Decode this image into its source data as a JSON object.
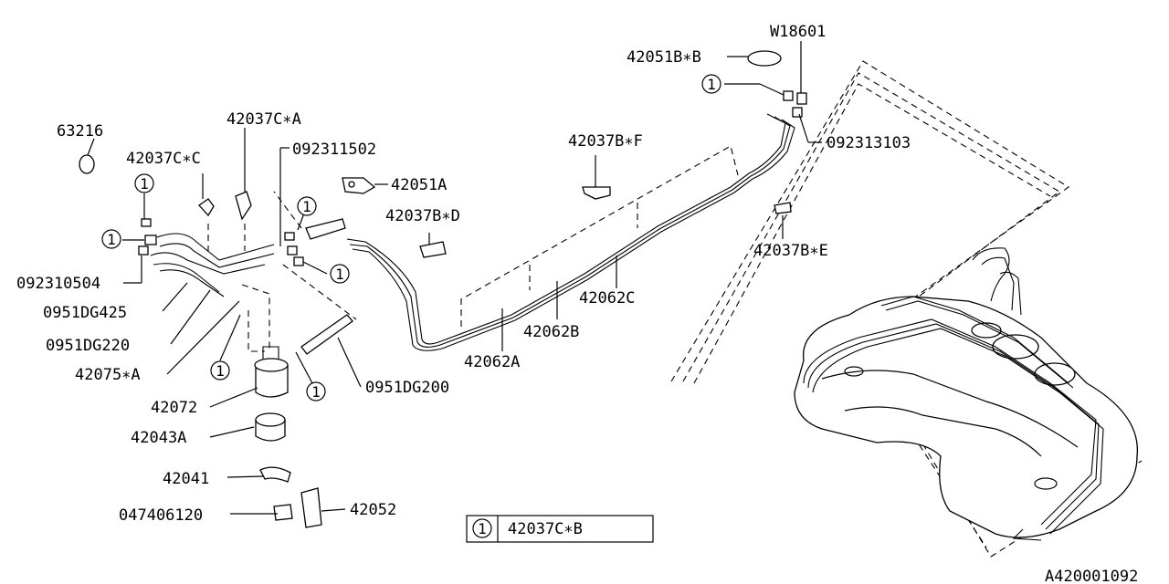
{
  "diagram_id": "A420001092",
  "callout_symbol": "1",
  "legend": {
    "symbol": "1",
    "part": "42037C∗B"
  },
  "parts": {
    "p63216": "63216",
    "p42037C_C": "42037C∗C",
    "p42037C_A": "42037C∗A",
    "p092311502": "092311502",
    "p42051A": "42051A",
    "p42037B_D": "42037B∗D",
    "p42037B_F": "42037B∗F",
    "p42051B_B": "42051B∗B",
    "pW18601": "W18601",
    "p092313103": "092313103",
    "p42037B_E": "42037B∗E",
    "p092310504": "092310504",
    "p0951DG425": "0951DG425",
    "p0951DG220": "0951DG220",
    "p42075_A": "42075∗A",
    "p42072": "42072",
    "p42043A": "42043A",
    "p0951DG200": "0951DG200",
    "p42062A": "42062A",
    "p42062B": "42062B",
    "p42062C": "42062C",
    "p42041": "42041",
    "p047406120": "047406120",
    "p42052": "42052"
  }
}
